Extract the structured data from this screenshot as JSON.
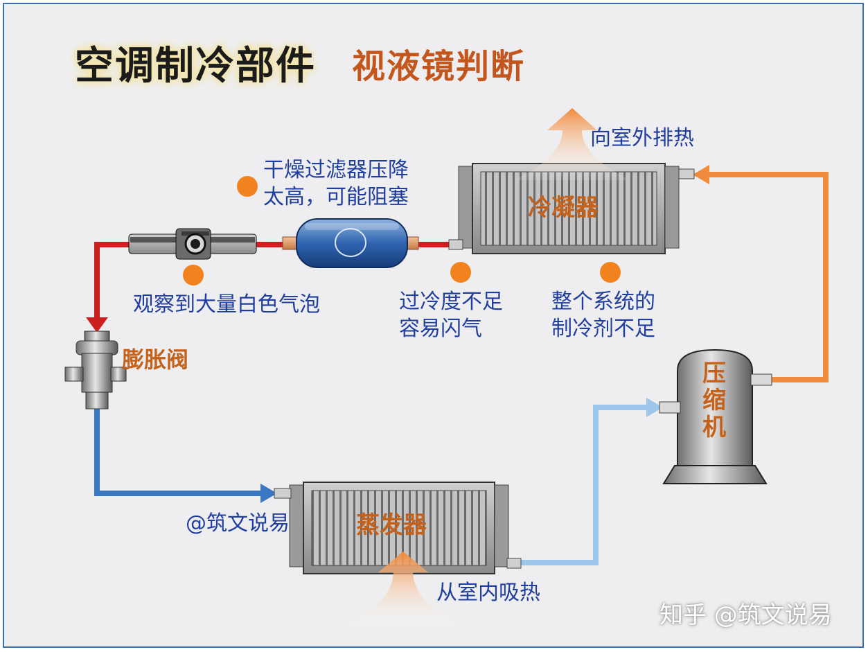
{
  "title": {
    "main": "空调制冷部件",
    "sub": "视液镜判断"
  },
  "components": {
    "condenser": "冷凝器",
    "evaporator": "蒸发器",
    "compressor": "压\n缩\n机",
    "expansion_valve": "膨胀阀"
  },
  "notes": {
    "filter_pressure": "干燥过滤器压降\n太高，可能阻塞",
    "sight_glass": "观察到大量白色气泡",
    "subcooling": "过冷度不足\n容易闪气",
    "refrigerant": "整个系统的\n制冷剂不足",
    "heat_out": "向室外排热",
    "heat_in": "从室内吸热"
  },
  "credits": {
    "author": "@筑文说易",
    "watermark": "知乎 @筑文说易"
  },
  "colors": {
    "hot_line": "#cc1f1f",
    "cold_line": "#3b78c2",
    "suction_line": "#9cc6ea",
    "discharge_line": "#f08a3c",
    "accent": "#f2821e"
  }
}
